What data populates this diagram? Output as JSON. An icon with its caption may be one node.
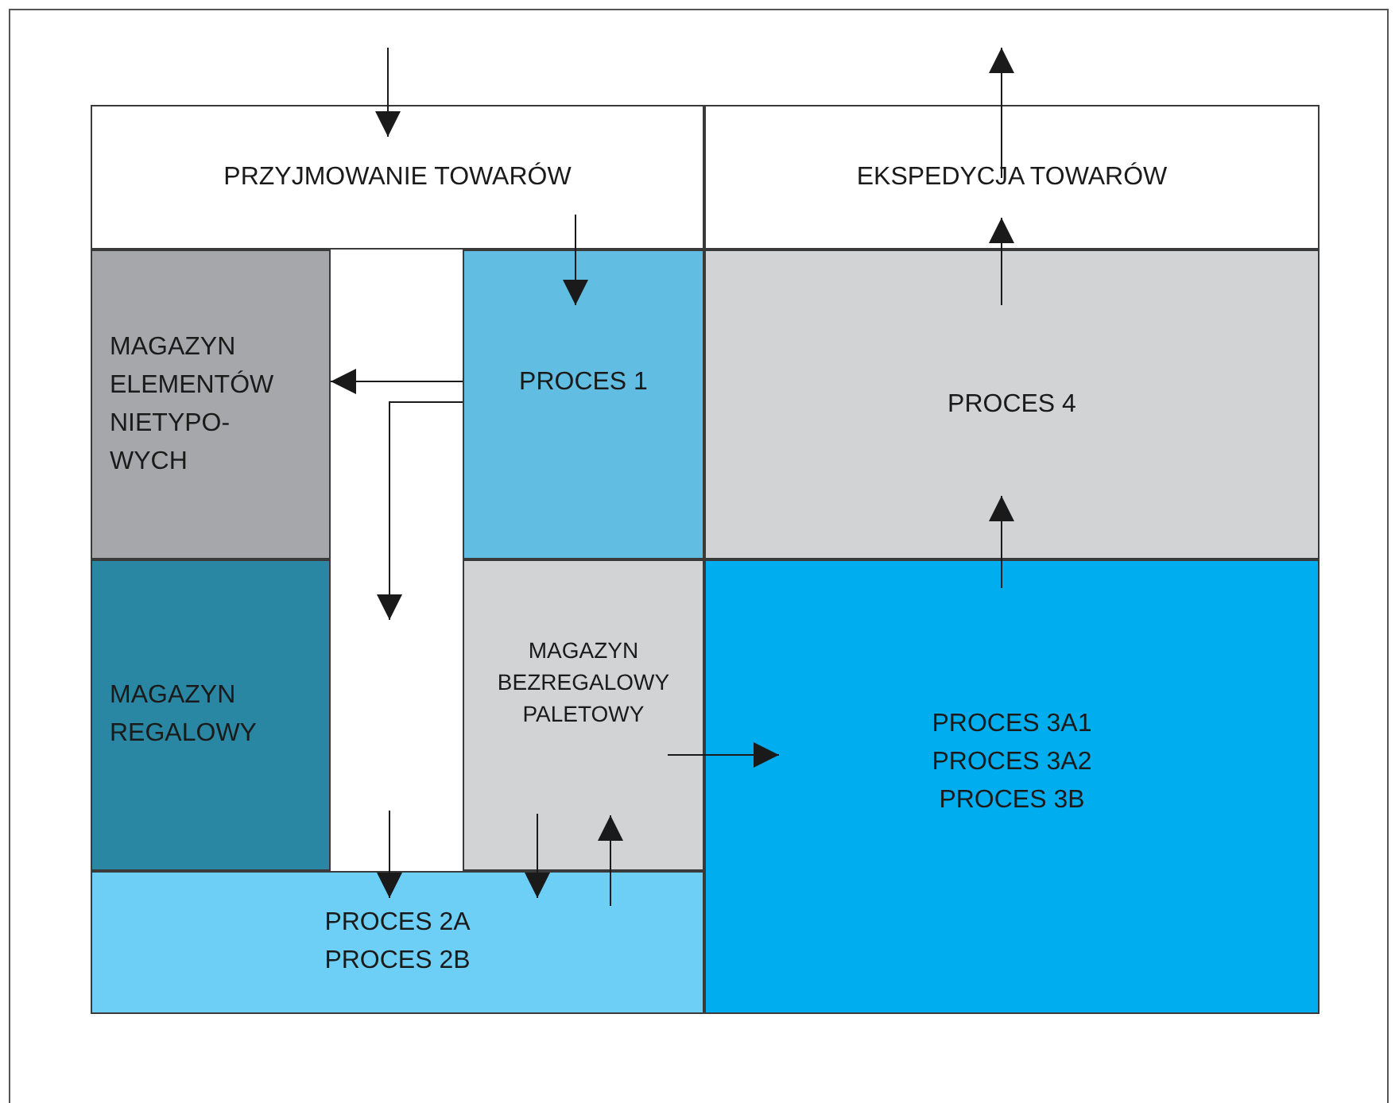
{
  "diagram": {
    "nodes": [
      {
        "text": [
          "PRZYJMOWANIE TOWARÓW"
        ]
      },
      {
        "text": [
          "EKSPEDYCJA TOWARÓW"
        ]
      },
      {
        "text": [
          "MAGAZYN ELEMENTÓW NIETYPO- WYCH"
        ]
      },
      {
        "text": [
          "PROCES 1"
        ]
      },
      {
        "text": [
          "PROCES 4"
        ]
      },
      {
        "text": [
          "MAGAZYN REGALOWY"
        ]
      },
      {
        "text": [
          "MAGAZYN BEZREGALOWY PALETOWY"
        ]
      },
      {
        "text": [
          "PROCES 3A1",
          "PROCES 3A2",
          "PROCES 3B"
        ]
      },
      {
        "text": [
          "PROCES 2A",
          "PROCES 2B"
        ]
      }
    ],
    "edges": [
      {
        "from": null,
        "to": 0,
        "arrow": "to"
      },
      {
        "from": 0,
        "to": 3,
        "arrow": "to"
      },
      {
        "from": 3,
        "to": 2,
        "arrow": "to"
      },
      {
        "from": 3,
        "to": null,
        "arrow": "to"
      },
      {
        "from": null,
        "to": 8,
        "arrow": "to"
      },
      {
        "from": 6,
        "to": 8,
        "arrow": "to"
      },
      {
        "from": 8,
        "to": 6,
        "arrow": "to"
      },
      {
        "from": 6,
        "to": 7,
        "arrow": "to"
      },
      {
        "from": 7,
        "to": 4,
        "arrow": "to"
      },
      {
        "from": 4,
        "to": 1,
        "arrow": "to"
      },
      {
        "from": 1,
        "to": null,
        "arrow": "to"
      }
    ]
  }
}
